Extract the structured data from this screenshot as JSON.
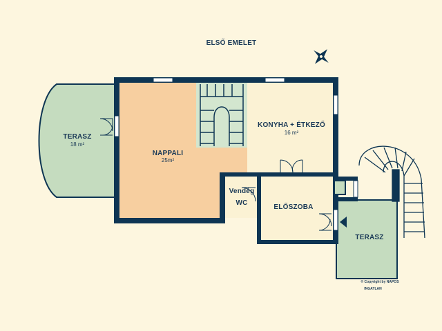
{
  "plan": {
    "floor_title": "ELSŐ EMELET",
    "rooms": [
      {
        "name": "TERASZ",
        "area": "18 m²"
      },
      {
        "name": "NAPPALI",
        "area": "25m²"
      },
      {
        "name": "KONYHA + ÉTKEZŐ",
        "area": "16 m²"
      },
      {
        "name": "Vendég",
        "area": "WC"
      },
      {
        "name": "ELŐSZOBA",
        "area": ""
      },
      {
        "name": "TERASZ",
        "area": ""
      }
    ],
    "copyright": {
      "line1": "© Copyright by NAPOS",
      "line2": "INGATLAN"
    }
  },
  "colors": {
    "background": "#fdf6df",
    "wall": "#0e3553",
    "terrace": "#c5dcbf",
    "living": "#f7cfa0",
    "kitchen": "#fbf2d4",
    "stair": "#d3e6cf",
    "text": "#1b3a57"
  }
}
